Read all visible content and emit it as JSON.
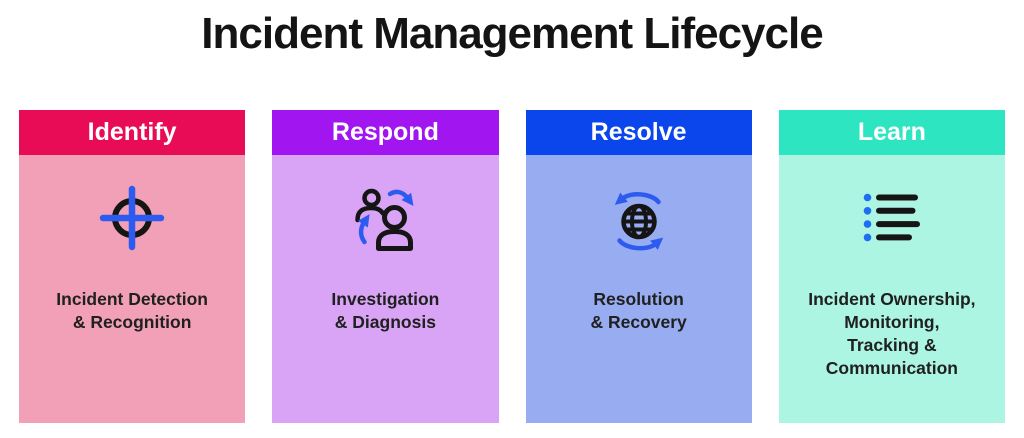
{
  "title": "Incident Management Lifecycle",
  "stages": [
    {
      "label": "Identify",
      "description": "Incident Detection\n& Recognition",
      "icon": "target-icon",
      "header_color": "#E80B55",
      "body_color": "#F2A0B8"
    },
    {
      "label": "Respond",
      "description": "Investigation\n& Diagnosis",
      "icon": "people-swap-icon",
      "header_color": "#A115F0",
      "body_color": "#D9A4F6"
    },
    {
      "label": "Resolve",
      "description": "Resolution\n& Recovery",
      "icon": "globe-sync-icon",
      "header_color": "#0B45EC",
      "body_color": "#98ACF1"
    },
    {
      "label": "Learn",
      "description": "Incident Ownership,\nMonitoring,\nTracking &\nCommunication",
      "icon": "bulleted-list-icon",
      "header_color": "#2EE5C2",
      "body_color": "#ACF5E3"
    }
  ],
  "colors": {
    "title_text": "#141414",
    "header_text": "#FFFFFF",
    "body_text": "#202020",
    "background": "#FFFFFF",
    "icon_ink": "#151515",
    "icon_blue": "#2E5BEF",
    "dot_blue": "#1D6EF2"
  }
}
